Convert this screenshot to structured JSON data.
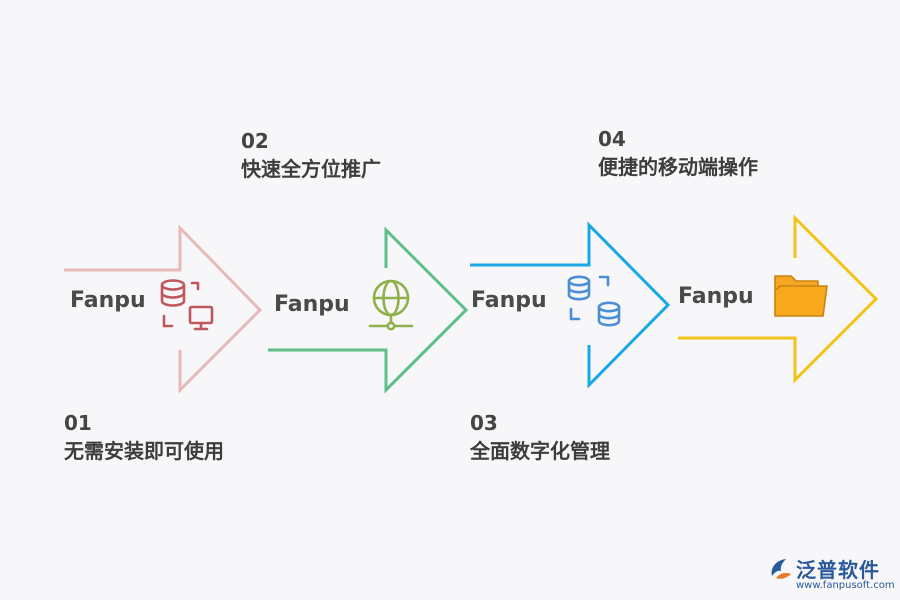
{
  "steps": [
    {
      "number": "01",
      "label": "无需安装即可使用",
      "brand": "Fanpu",
      "color": "#e8b9b9",
      "icon_color": "#c0575f",
      "icon": "database-monitor-icon"
    },
    {
      "number": "02",
      "label": "快速全方位推广",
      "brand": "Fanpu",
      "color": "#5dbf8a",
      "icon_color": "#8fb04a",
      "icon": "globe-network-icon"
    },
    {
      "number": "03",
      "label": "全面数字化管理",
      "brand": "Fanpu",
      "color": "#1aa7e6",
      "icon_color": "#4b8ed6",
      "icon": "database-sync-icon"
    },
    {
      "number": "04",
      "label": "便捷的移动端操作",
      "brand": "Fanpu",
      "color": "#f3c219",
      "icon_color": "#f5a623",
      "icon": "folder-icon"
    }
  ],
  "logo": {
    "name": "泛普软件",
    "url": "www.fanpusoft.com",
    "color": "#2a5a9b"
  }
}
